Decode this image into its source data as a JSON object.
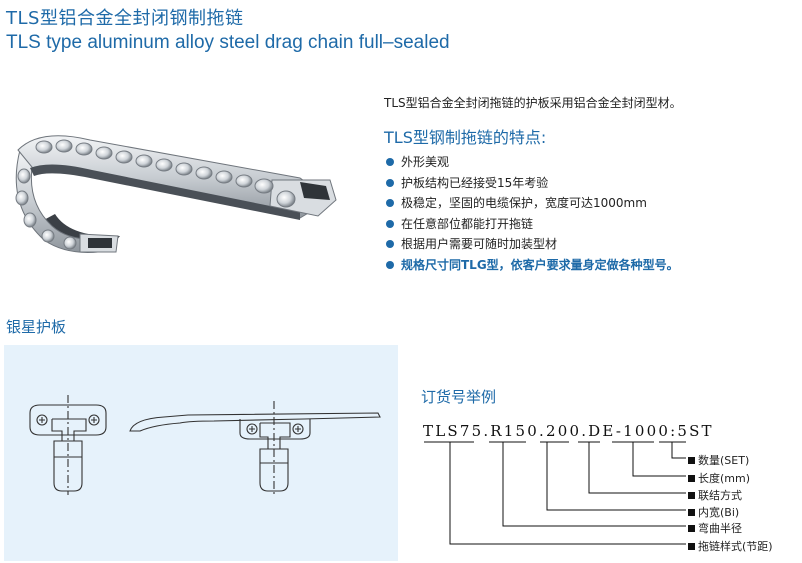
{
  "header": {
    "title_cn": "TLS型铝合金全封闭钢制拖链",
    "title_en": "TLS type aluminum alloy steel drag chain full–sealed"
  },
  "intro": {
    "text": "TLS型铝合金全封闭拖链的护板采用铝合金全封闭型材。"
  },
  "features": {
    "heading": "TLS型钢制拖链的特点:",
    "items": [
      {
        "text": "外形美观"
      },
      {
        "text": "护板结构已经接受15年考验"
      },
      {
        "text": "极稳定，坚固的电缆保护，宽度可达1000mm"
      },
      {
        "text": "在任意部位都能打开拖链"
      },
      {
        "text": "根据用户需要可随时加装型材"
      },
      {
        "text": "规格尺寸同TLG型，依客户要求量身定做各种型号。"
      }
    ]
  },
  "cover_section": {
    "heading": "银星护板"
  },
  "order": {
    "heading": "订货号举例",
    "code": "TLS75.R150.200.DE-1000:5ST",
    "legend": [
      {
        "label": "数量(SET)"
      },
      {
        "label": "长度(mm)"
      },
      {
        "label": "联结方式"
      },
      {
        "label": "内宽(Bi)"
      },
      {
        "label": "弯曲半径"
      },
      {
        "label": "拖链样式(节距)"
      }
    ]
  },
  "colors": {
    "accent": "#1e6aa8",
    "panel_bg": "#e6f2fb"
  }
}
